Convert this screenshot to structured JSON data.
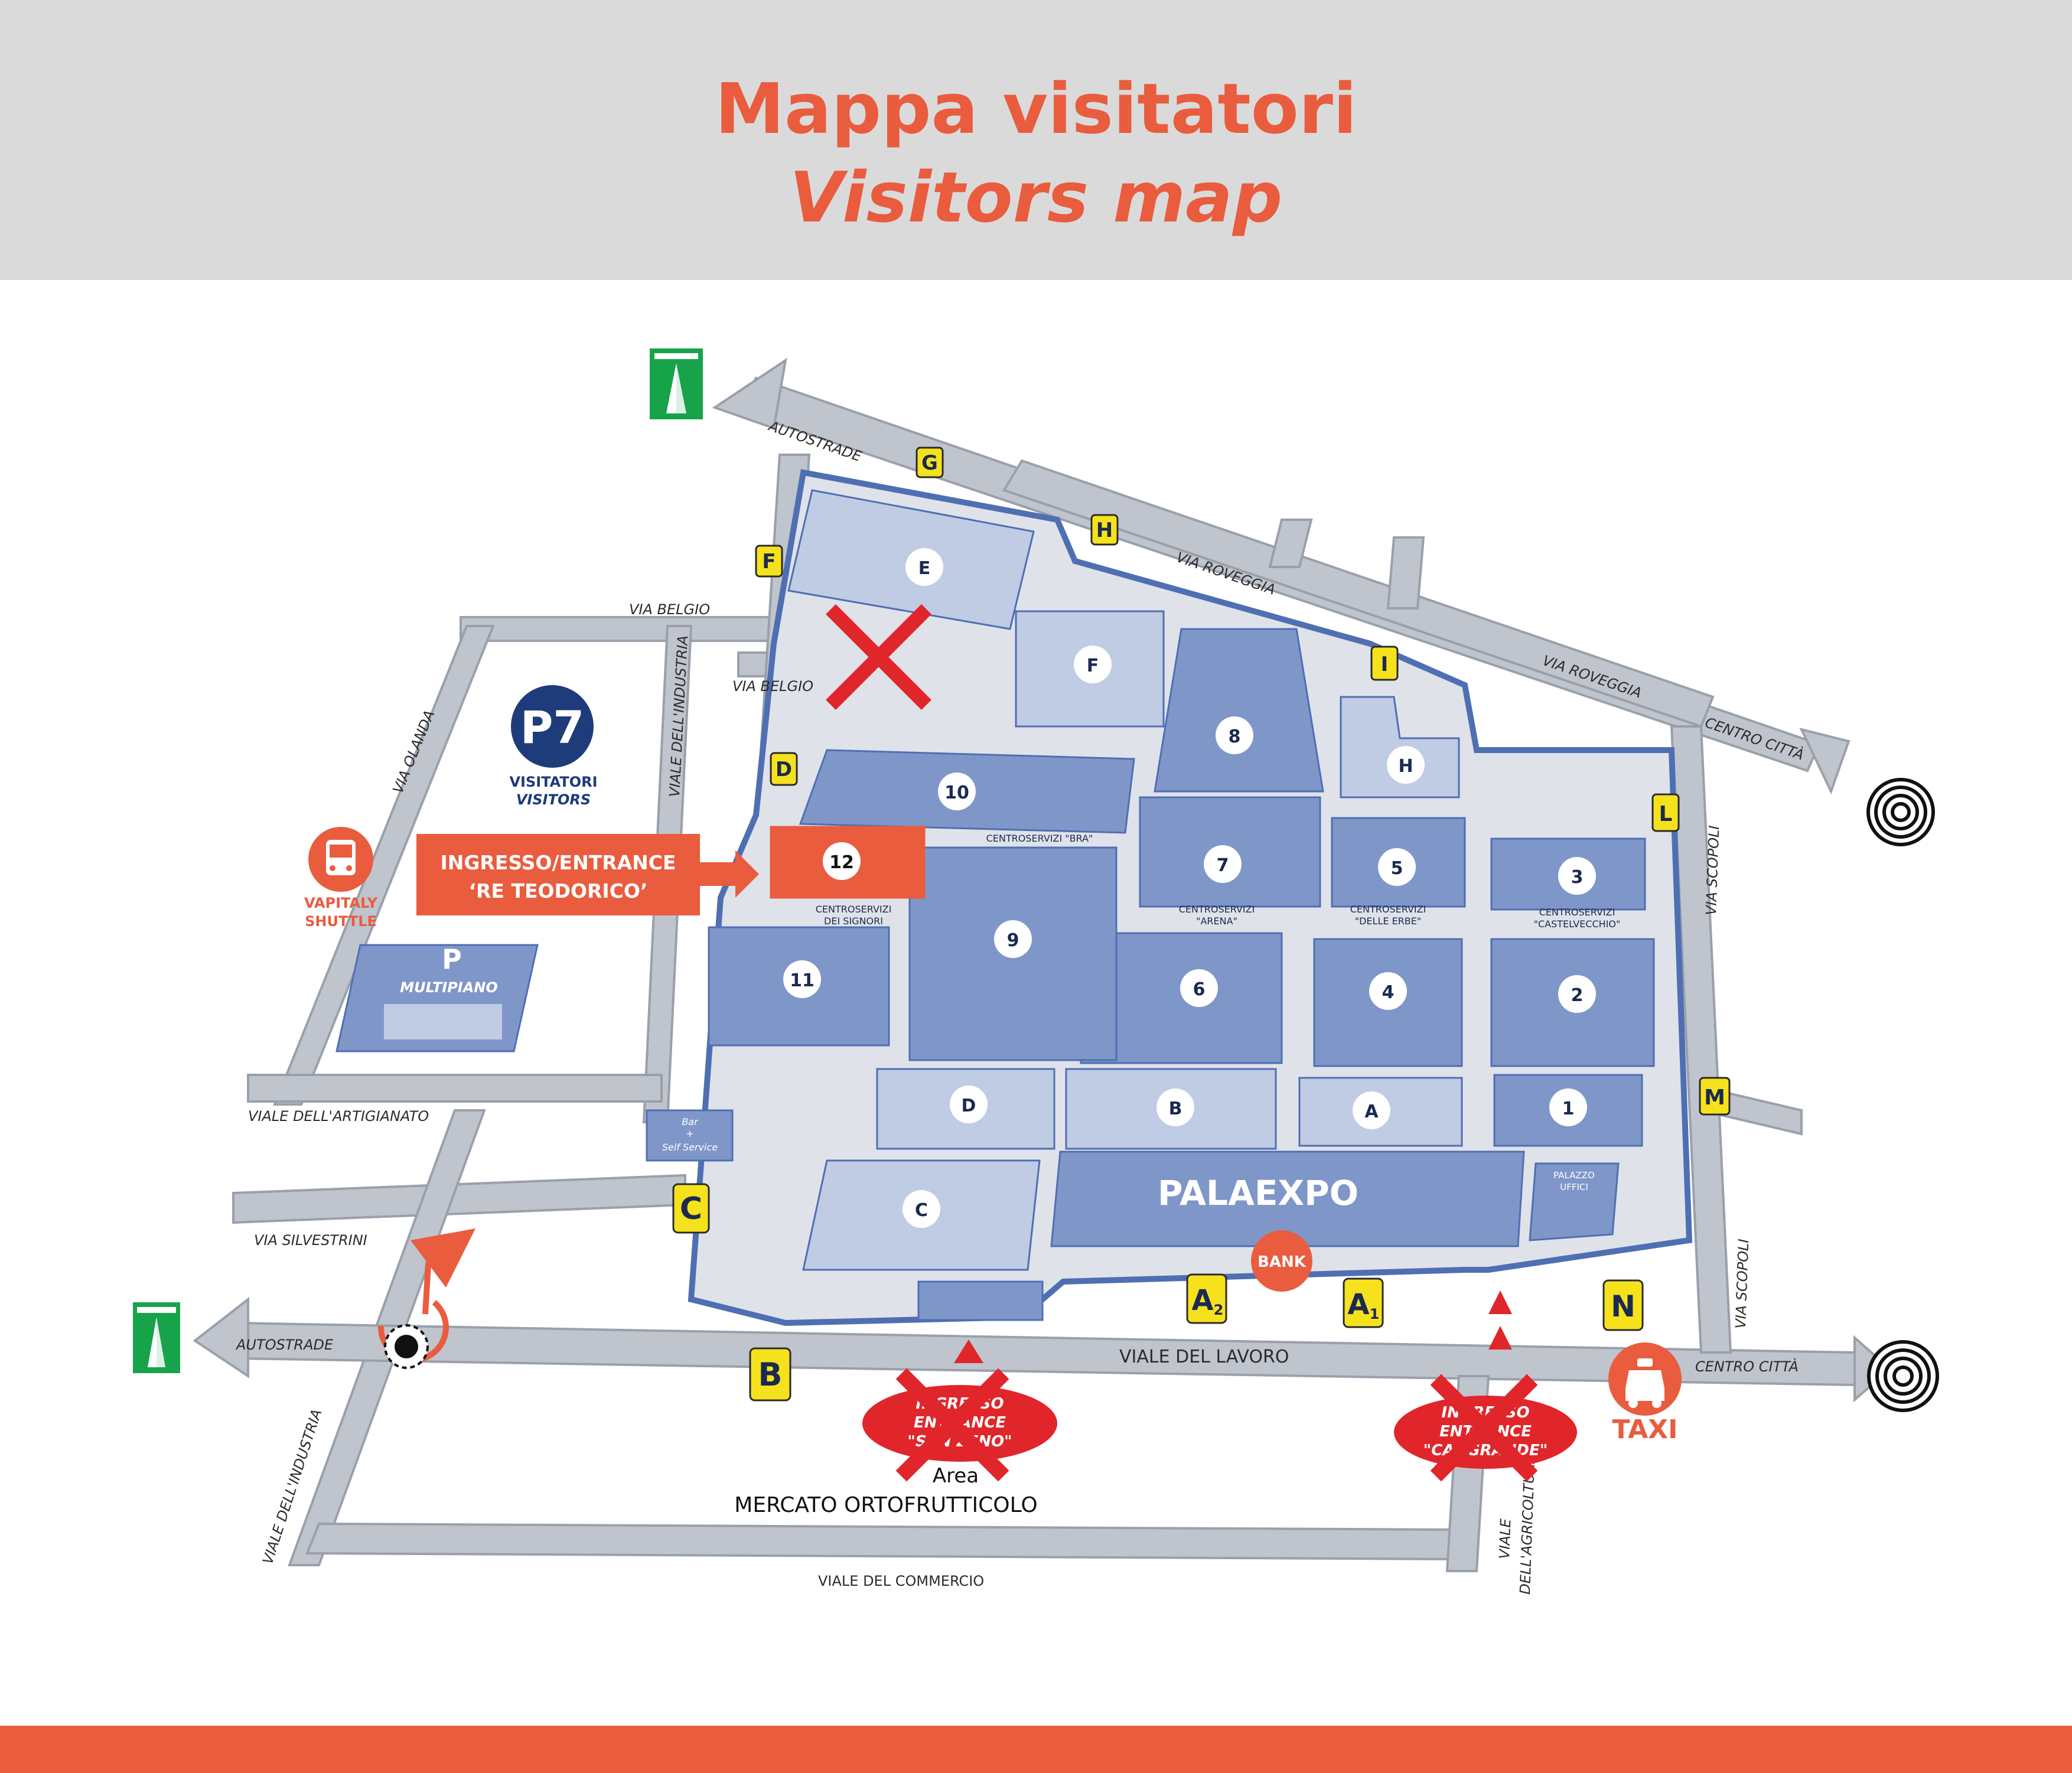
{
  "header": {
    "title_it": "Mappa visitatori",
    "title_en": "Visitors map"
  },
  "colors": {
    "accent": "#e95c3e",
    "header_bg": "#dadada",
    "road": "#bfc4cd",
    "hall_light": "#c0cbe4",
    "hall_dark": "#7f96c9",
    "outline": "#4f6fb3",
    "gate": "#f6e21c",
    "closed_x": "#e0262b",
    "highway": "#17a34a",
    "p7": "#1e3b7a"
  },
  "roads": {
    "autostrade_top": "AUTOSTRADE",
    "autostrade_bottom": "AUTOSTRADE",
    "via_roveggia_1": "VIA ROVEGGIA",
    "via_roveggia_2": "VIA ROVEGGIA",
    "centro_citta_top": "CENTRO CITTÀ",
    "centro_citta_bottom": "CENTRO CITTÀ",
    "via_belgio_1": "VIA BELGIO",
    "via_belgio_2": "VIA BELGIO",
    "via_olanda": "VIA OLANDA",
    "viale_industria_top": "VIALE DELL'INDUSTRIA",
    "viale_industria_bottom": "VIALE DELL'INDUSTRIA",
    "viale_artigianato": "VIALE DELL'ARTIGIANATO",
    "via_silvestrini": "VIA SILVESTRINI",
    "viale_lavoro": "VIALE   DEL   LAVORO",
    "viale_commercio": "VIALE DEL COMMERCIO",
    "via_scopoli_1": "VIA SCOPOLI",
    "via_scopoli_2": "VIA SCOPOLI",
    "viale_agricoltura_1": "VIALE",
    "viale_agricoltura_2": "DELL'AGRICOLTURA"
  },
  "halls": {
    "E": "E",
    "F": "F",
    "H": "H",
    "D": "D",
    "B": "B",
    "A": "A",
    "C": "C",
    "h1": "1",
    "h2": "2",
    "h3": "3",
    "h4": "4",
    "h5": "5",
    "h6": "6",
    "h7": "7",
    "h8": "8",
    "h9": "9",
    "h10": "10",
    "h11": "11",
    "h12": "12"
  },
  "service_centers": {
    "bra": "CENTROSERVIZI \"BRA\"",
    "signori_1": "CENTROSERVIZI",
    "signori_2": "DEI SIGNORI",
    "arena_1": "CENTROSERVIZI",
    "arena_2": "\"ARENA\"",
    "erbe_1": "CENTROSERVIZI",
    "erbe_2": "\"DELLE ERBE\"",
    "castelvecchio_1": "CENTROSERVIZI",
    "castelvecchio_2": "\"CASTELVECCHIO\""
  },
  "gates": {
    "G": "G",
    "H": "H",
    "I": "I",
    "F": "F",
    "D": "D",
    "L": "L",
    "M": "M",
    "C": "C",
    "B": "B",
    "A2": "A",
    "A2_sub": "2",
    "A1": "A",
    "A1_sub": "1",
    "N": "N"
  },
  "labels": {
    "palaexpo": "PALAEXPO",
    "palazzo_uffici_1": "PALAZZO",
    "palazzo_uffici_2": "UFFICI",
    "bar_1": "Bar",
    "bar_2": "+",
    "bar_3": "Self Service",
    "bank": "BANK",
    "taxi": "TAXI",
    "p7": "P7",
    "visitatori": "VISITATORI",
    "visitors": "VISITORS",
    "shuttle_1": "VAPITALY",
    "shuttle_2": "SHUTTLE",
    "parking_p": "P",
    "multipiano": "MULTIPIANO",
    "entrance_1": "INGRESSO/ENTRANCE",
    "entrance_2": "‘RE TEODORICO’",
    "area": "Area",
    "mercato": "MERCATO ORTOFRUTTICOLO",
    "san_zeno_1": "INGRESSO",
    "san_zeno_2": "ENTRANCE",
    "san_zeno_3": "\"SAN ZENO\"",
    "cangrande_1": "INGRESSO",
    "cangrande_2": "ENTRANCE",
    "cangrande_3": "\"CANGRANDE\""
  }
}
